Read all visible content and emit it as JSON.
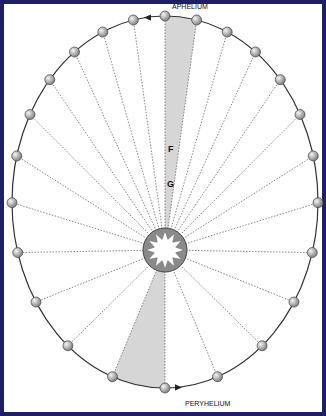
{
  "diagram": {
    "labels": [
      "APHELIUM",
      "F",
      "G",
      "PERYHELIUM"
    ]
  }
}
